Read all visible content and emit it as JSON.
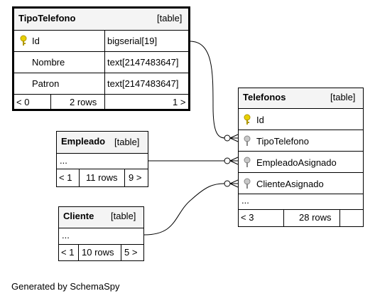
{
  "tables": {
    "tipo_telefono": {
      "name": "TipoTelefono",
      "kind": "[table]",
      "columns": [
        {
          "name": "Id",
          "type": "bigserial[19]"
        },
        {
          "name": "Nombre",
          "type": "text[2147483647]"
        },
        {
          "name": "Patron",
          "type": "text[2147483647]"
        }
      ],
      "footer": {
        "parents": "< 0",
        "rows": "2 rows",
        "children": "1 >"
      }
    },
    "telefonos": {
      "name": "Telefonos",
      "kind": "[table]",
      "columns": [
        "Id",
        "TipoTelefono",
        "EmpleadoAsignado",
        "ClienteAsignado"
      ],
      "ellipsis": "...",
      "footer": {
        "parents": "< 3",
        "rows": "28 rows",
        "children": ""
      }
    },
    "empleado": {
      "name": "Empleado",
      "kind": "[table]",
      "ellipsis": "...",
      "footer": {
        "parents": "< 1",
        "rows": "11 rows",
        "children": "9 >"
      }
    },
    "cliente": {
      "name": "Cliente",
      "kind": "[table]",
      "ellipsis": "...",
      "footer": {
        "parents": "< 1",
        "rows": "10 rows",
        "children": "5 >"
      }
    }
  },
  "colors": {
    "primary_key": "#e8d000",
    "foreign_key": "#a0a0a0",
    "header_bg": "#f4f4f4"
  },
  "footer_note": "Generated by SchemaSpy"
}
